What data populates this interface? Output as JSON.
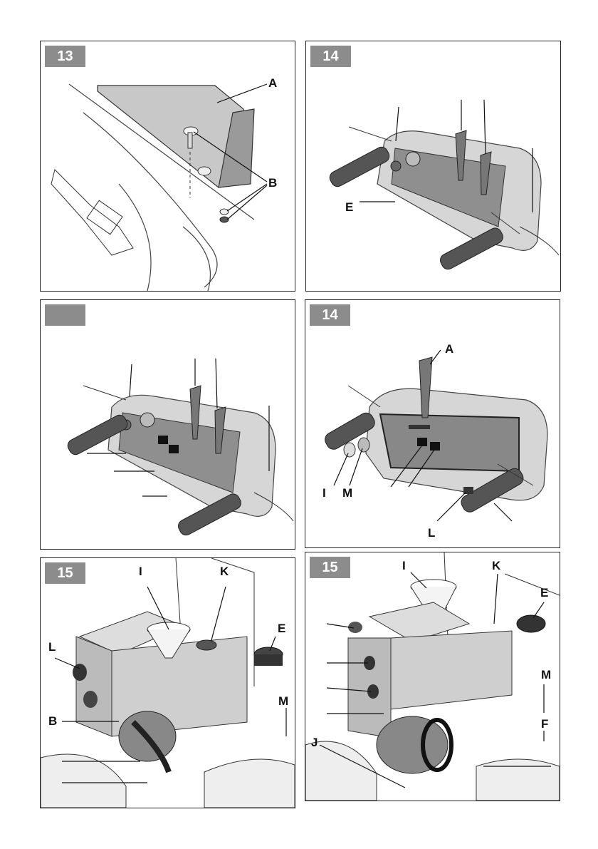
{
  "panels": {
    "p1": {
      "badge": "13",
      "labels": {
        "a": "A",
        "b": "B"
      }
    },
    "p2": {
      "badge": "14",
      "labels": {
        "e": "E"
      }
    },
    "p3": {
      "badge": "",
      "labels": {}
    },
    "p4": {
      "badge": "14",
      "labels": {
        "a": "A",
        "i": "I",
        "m": "M",
        "l": "L"
      }
    },
    "p5": {
      "badge": "15",
      "labels": {
        "i": "I",
        "k": "K",
        "e": "E",
        "l": "L",
        "b": "B",
        "m": "M"
      }
    },
    "p6": {
      "badge": "15",
      "labels": {
        "i": "I",
        "k": "K",
        "e": "E",
        "m": "M",
        "f": "F",
        "j": "J"
      }
    }
  }
}
